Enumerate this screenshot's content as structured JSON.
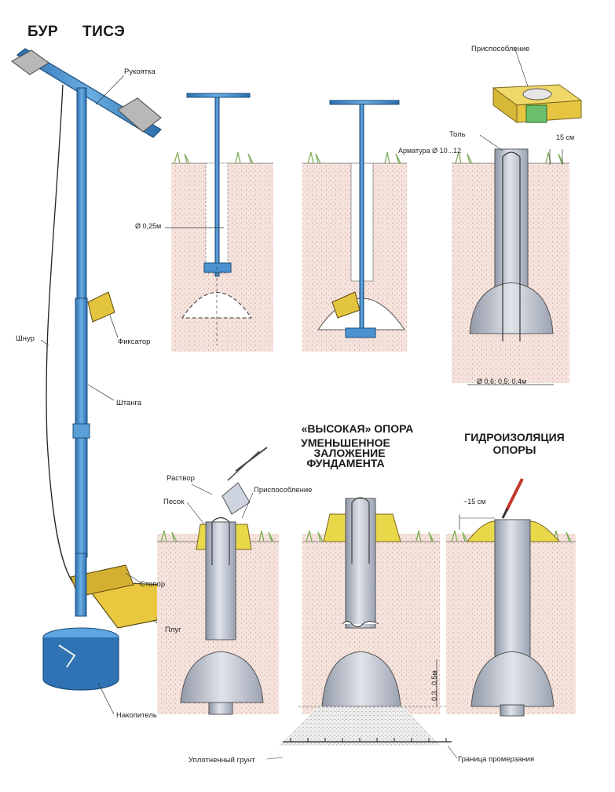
{
  "title_left": "БУР",
  "title_right": "ТИСЭ",
  "drill_labels": {
    "handle": "Рукоятка",
    "cord": "Шнур",
    "latch": "Фиксатор",
    "rod": "Штанга",
    "stopper": "Стопор",
    "plough": "Плуг",
    "collector": "Накопитель"
  },
  "step_labels": {
    "diameter_hole": "Ø 0,25м",
    "device_top": "Приспособление",
    "roofing": "Толь",
    "rebar": "Арматура Ø 10...12",
    "gap_15": "15 см",
    "base_diameters": "Ø 0,6;  0,5;  0,4м"
  },
  "section_high": {
    "title_quote": "«ВЫСОКАЯ»  ОПОРА",
    "subtitle_1": "УМЕНЬШЕННОЕ",
    "subtitle_2": "ЗАЛОЖЕНИЕ",
    "subtitle_3": "ФУНДАМЕНТА",
    "mortar": "Раствор",
    "sand": "Песок",
    "device": "Приспособление",
    "depth": "0,3...0,5м",
    "compacted_soil": "Уплотненный грунт",
    "frost_line": "Граница промерзания"
  },
  "section_waterproof": {
    "title_1": "ГИДРОИЗОЛЯЦИЯ",
    "title_2": "ОПОРЫ",
    "gap_15": "~15 см"
  },
  "colors": {
    "pipe_blue": "#3e86c6",
    "soil_pink": "#f3dcd6",
    "concrete_grey": "#b9c0cc",
    "sand_yellow": "#e8d84a",
    "grass_green": "#7fae58",
    "wood_yellow": "#e6c640"
  }
}
